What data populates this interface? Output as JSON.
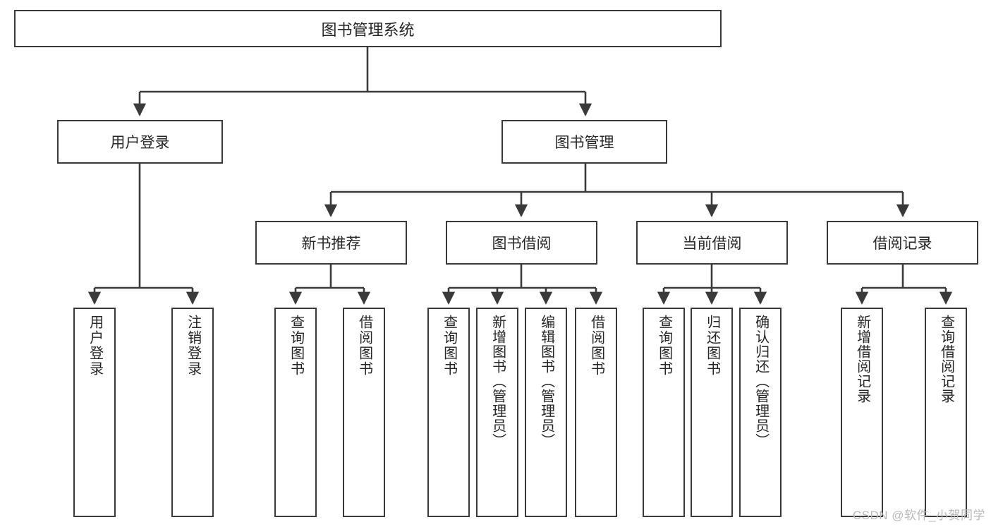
{
  "diagram": {
    "title": "图书管理系统",
    "type": "tree",
    "watermark": "CSDN @软件_小贺同学",
    "colors": {
      "box_border": "#3a3a3a",
      "box_fill": "#ffffff",
      "edge": "#3a3a3a",
      "text": "#262626",
      "watermark": "#b9b9b9"
    },
    "root": {
      "label": "图书管理系统"
    },
    "level2": [
      {
        "label": "用户登录"
      },
      {
        "label": "图书管理"
      }
    ],
    "level3": [
      {
        "label": "新书推荐"
      },
      {
        "label": "图书借阅"
      },
      {
        "label": "当前借阅"
      },
      {
        "label": "借阅记录"
      }
    ],
    "leaves": {
      "user_login": [
        {
          "label": "用户登录"
        },
        {
          "label": "注销登录"
        }
      ],
      "new_book_recommend": [
        {
          "label": "查询图书"
        },
        {
          "label": "借阅图书"
        }
      ],
      "book_borrow": [
        {
          "label": "查询图书"
        },
        {
          "label": "新增图书（管理员）"
        },
        {
          "label": "编辑图书（管理员）"
        },
        {
          "label": "借阅图书"
        }
      ],
      "current_borrow": [
        {
          "label": "查询图书"
        },
        {
          "label": "归还图书"
        },
        {
          "label": "确认归还（管理员）"
        }
      ],
      "borrow_record": [
        {
          "label": "新增借阅记录"
        },
        {
          "label": "查询借阅记录"
        }
      ]
    }
  }
}
